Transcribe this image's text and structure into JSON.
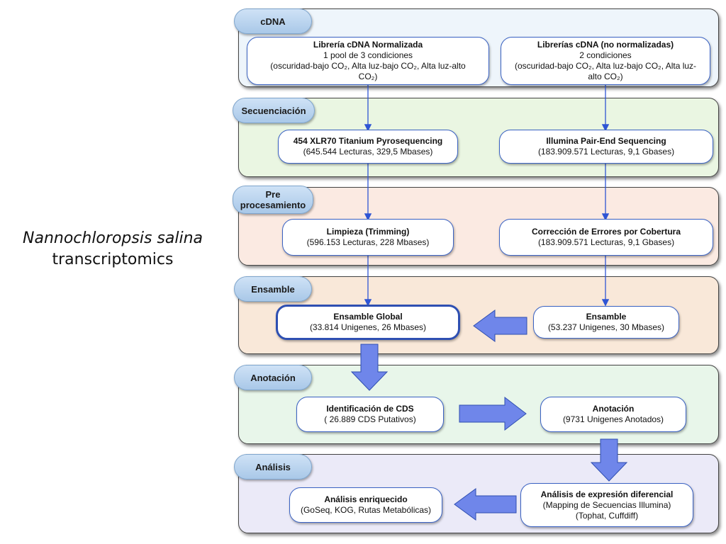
{
  "side_title": {
    "line1": "Nannochloropsis salina",
    "line2": "transcriptomics"
  },
  "stages": {
    "cdna": "cDNA",
    "secuenciacion": "Secuenciación",
    "pre_line1": "Pre",
    "pre_line2": "procesamiento",
    "ensamble": "Ensamble",
    "anotacion": "Anotación",
    "analisis": "Análisis"
  },
  "boxes": {
    "lib_norm": {
      "title": "Librería cDNA Normalizada",
      "l1": "1 pool de 3 condiciones",
      "l2": "(oscuridad-bajo CO₂, Alta luz-bajo CO₂, Alta luz-alto",
      "l3": "CO₂)"
    },
    "lib_no_norm": {
      "title": "Librerías cDNA (no normalizadas)",
      "l1": "2 condiciones",
      "l2": "(oscuridad-bajo CO₂, Alta luz-bajo CO₂, Alta luz-",
      "l3": "alto CO₂)"
    },
    "seq454": {
      "title": "454 XLR70 Titanium Pyrosequencing",
      "l1": "(645.544 Lecturas, 329,5 Mbases)"
    },
    "illumina": {
      "title": "Illumina Pair-End Sequencing",
      "l1": "(183.909.571 Lecturas, 9,1 Gbases)"
    },
    "limpieza": {
      "title": "Limpieza (Trimming)",
      "l1": "(596.153 Lecturas, 228 Mbases)"
    },
    "correccion": {
      "title": "Corrección de Errores por Cobertura",
      "l1": "(183.909.571 Lecturas, 9,1 Gbases)"
    },
    "ens_global": {
      "title": "Ensamble Global",
      "l1": "(33.814 Unigenes, 26 Mbases)"
    },
    "ensamble": {
      "title": "Ensamble",
      "l1": "(53.237 Unigenes, 30 Mbases)"
    },
    "cds": {
      "title": "Identificación de CDS",
      "l1": "( 26.889 CDS Putativos)"
    },
    "anotacion": {
      "title": "Anotación",
      "l1": "(9731 Unigenes Anotados)"
    },
    "enriquecido": {
      "title": "Análisis enriquecido",
      "l1": "(GoSeq, KOG, Rutas Metabólicas)"
    },
    "expresion": {
      "title": "Análisis de expresión diferencial",
      "l1": "(Mapping de Secuencias Illumina)",
      "l2": "(Tophat, Cuffdiff)"
    }
  },
  "colors": {
    "tab_blue": "#a9c8e8",
    "arrow_fill": "#6f86ea",
    "line_blue": "#2f55d4",
    "box_border": "#3b63c4"
  }
}
